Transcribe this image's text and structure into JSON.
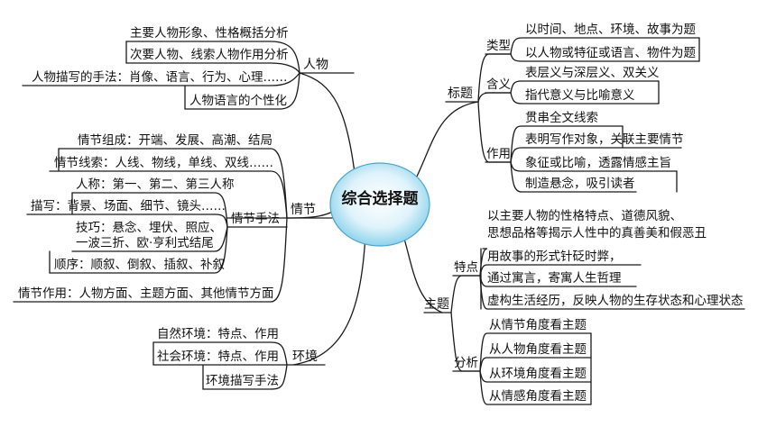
{
  "center": {
    "title": "综合选择题"
  },
  "branches": {
    "renwu": {
      "label": "人物",
      "items": [
        "主要人物形象、性格概括分析",
        "次要人物、线索人物作用分析",
        "人物描写的手法：肖像、语言、行为、心理……",
        "人物语言的个性化"
      ]
    },
    "qingjie": {
      "label": "情节",
      "items": [
        "情节组成：开端、发展、高潮、结局",
        "情节线索：人线、物线，单线、双线……",
        "情节作用：人物方面、主题方面、其他情节方面"
      ],
      "shoufa": {
        "label": "情节手法",
        "items": [
          "人称：第一、第二、第三人称",
          "描写：背景、场面、细节、镜头……",
          "技巧：悬念、埋伏、照应、",
          "一波三折、欧·亨利式结尾",
          "顺序：顺叙、倒叙、插叙、补叙"
        ]
      }
    },
    "huanjing": {
      "label": "环境",
      "items": [
        "自然环境：特点、作用",
        "社会环境：特点、作用",
        "环境描写手法"
      ]
    },
    "biaoti": {
      "label": "标题",
      "leixing": {
        "label": "类型",
        "items": [
          "以时间、地点、环境、故事为题",
          "以人物或特征或语言、物件为题"
        ]
      },
      "hanyi": {
        "label": "含义",
        "items": [
          "表层义与深层义、双关义",
          "指代意义与比喻意义"
        ]
      },
      "zuoyong": {
        "label": "作用",
        "items": [
          "贯串全文线索",
          "表明写作对象，关联主要情节",
          "象征或比喻，透露情感主旨",
          "制造悬念，吸引读者"
        ]
      }
    },
    "zhuti": {
      "label": "主题",
      "tedian": {
        "label": "特点",
        "items": [
          "以主要人物的性格特点、道德风貌、",
          "思想品格等揭示人性中的真善美和假恶丑",
          "用故事的形式针砭时弊，",
          "通过寓言，寄寓人生哲理",
          "虚构生活经历，反映人物的生存状态和心理状态"
        ]
      },
      "fenxi": {
        "label": "分析",
        "items": [
          "从情节角度看主题",
          "从人物角度看主题",
          "从环境角度看主题",
          "从情感角度看主题"
        ]
      }
    }
  }
}
